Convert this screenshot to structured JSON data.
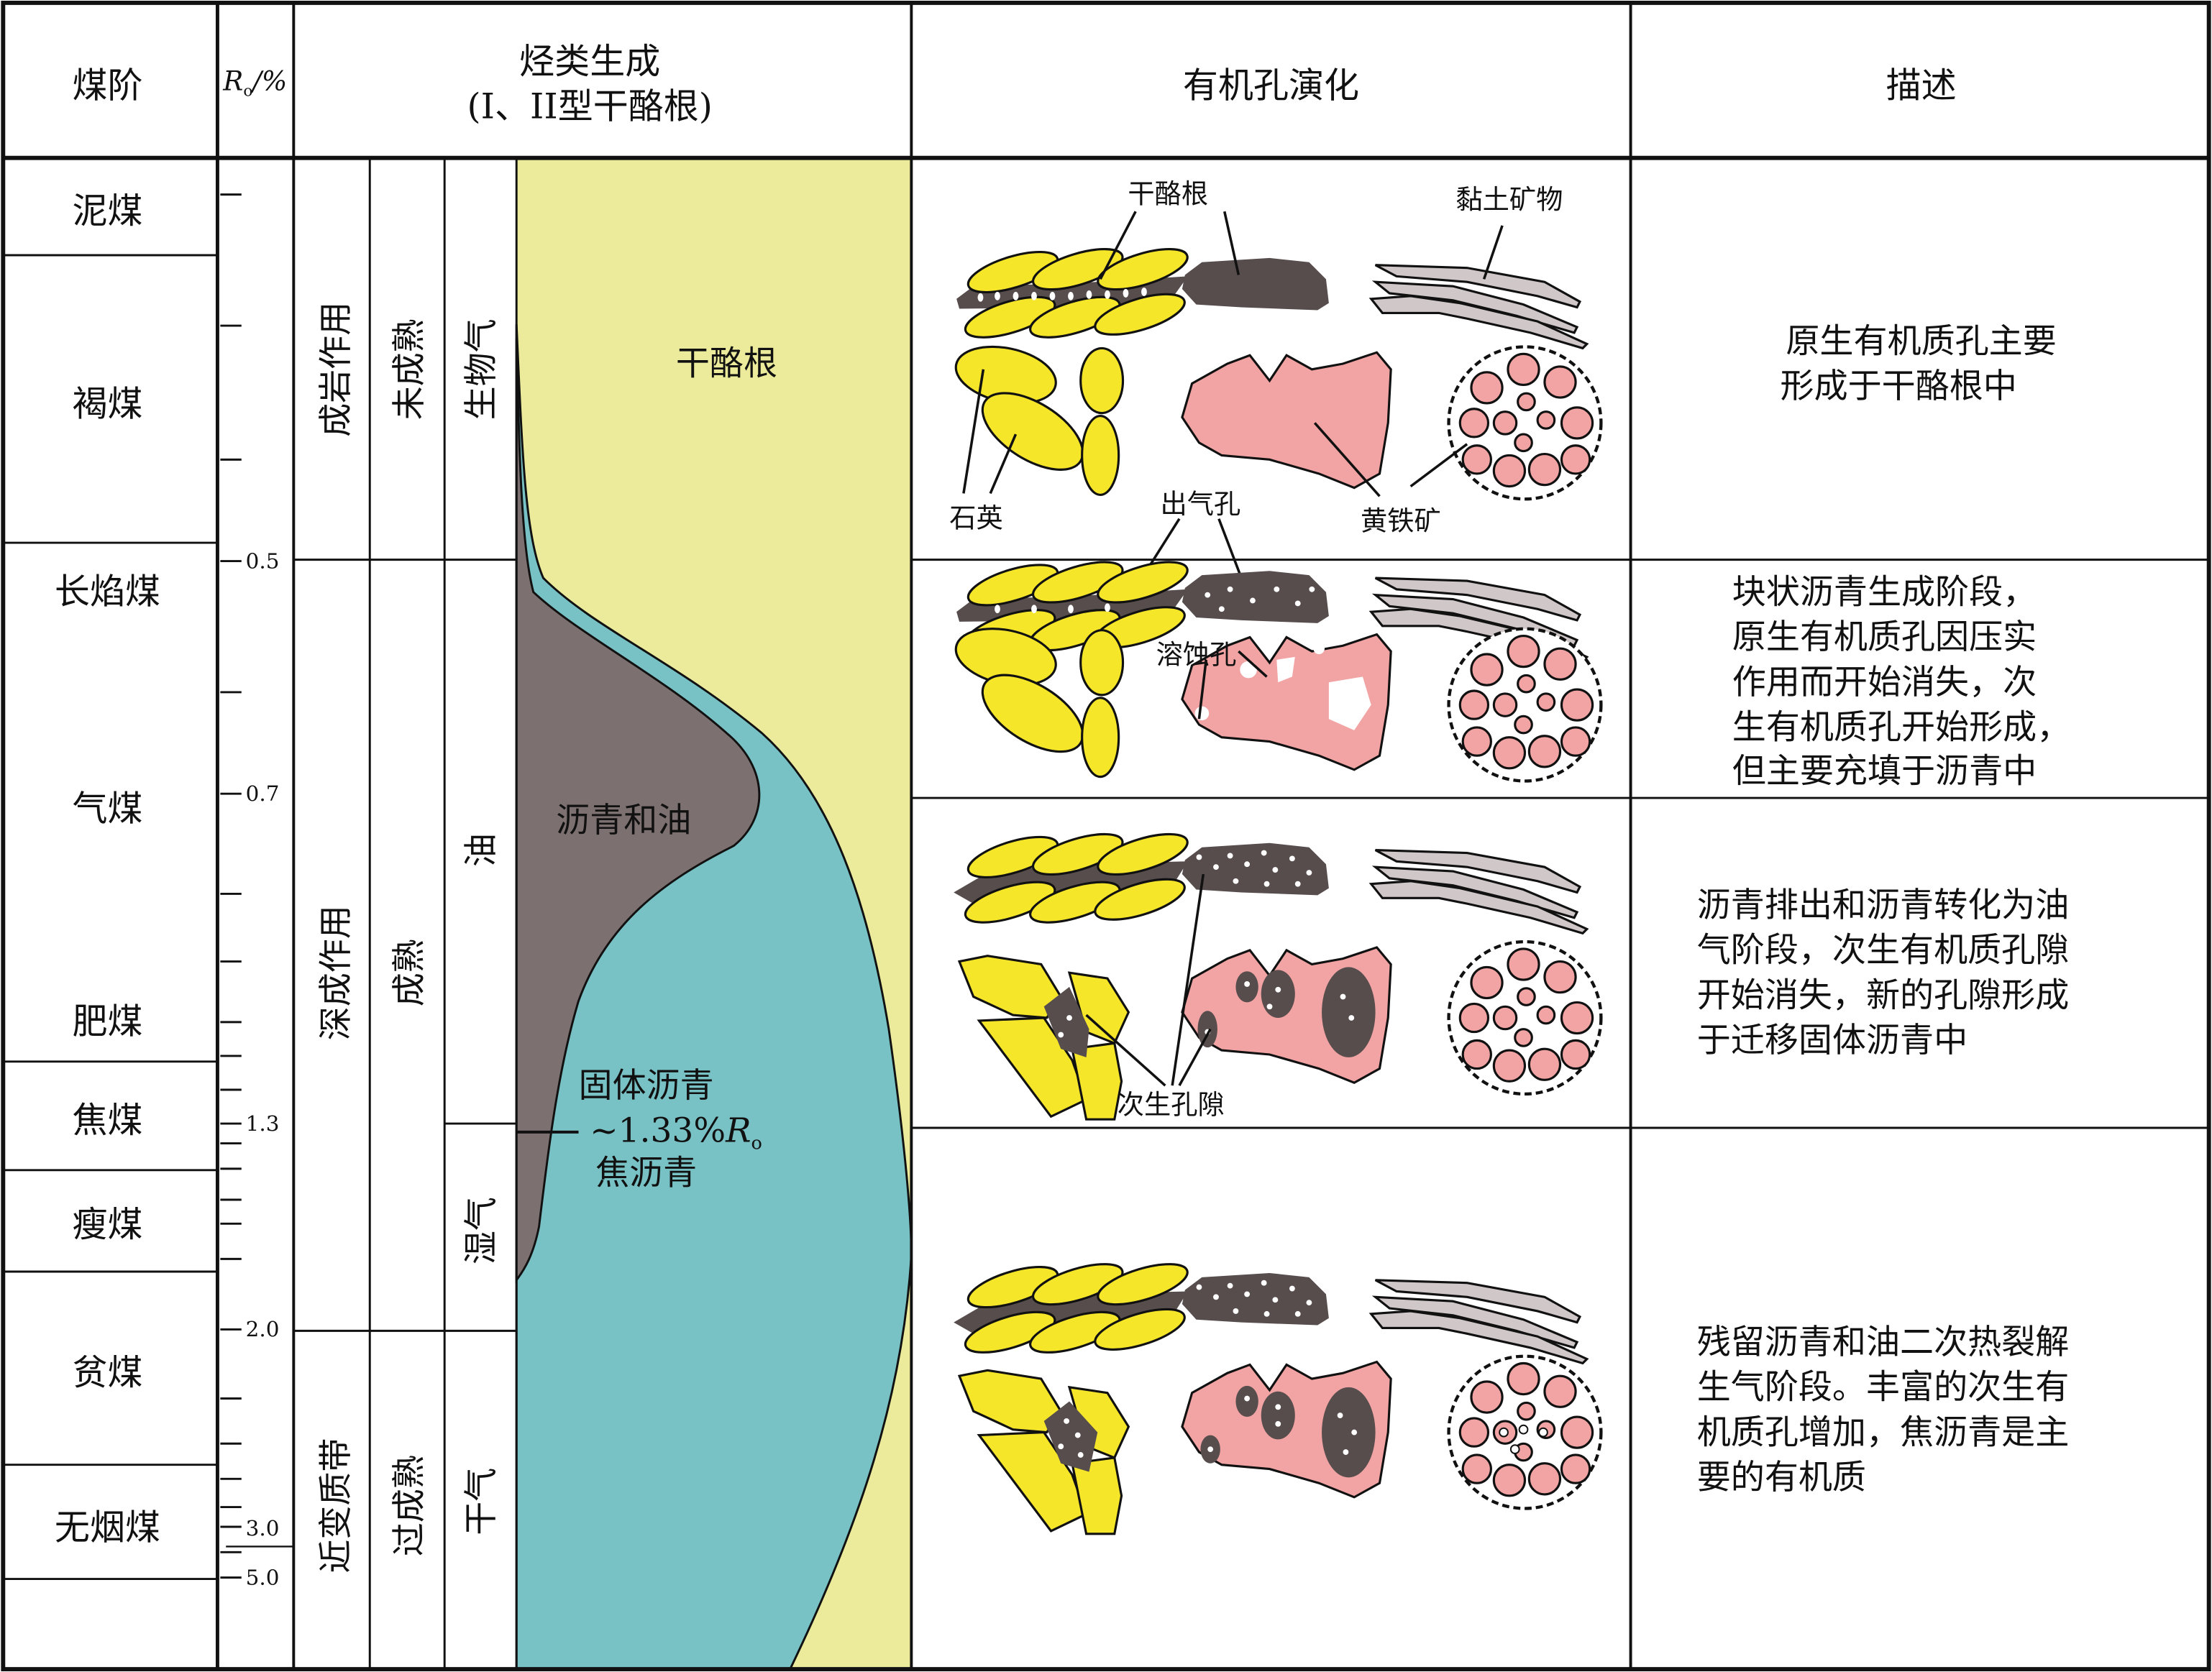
{
  "header": {
    "coal_rank": "煤阶",
    "ro_label": "R",
    "ro_sub": "o",
    "ro_unit": "/%",
    "hydrocarbon_title": "烃类生成",
    "hydrocarbon_subtitle": "(I、II型干酪根)",
    "pore_evolution": "有机孔演化",
    "description": "描述"
  },
  "coal_ranks": [
    "泥煤",
    "褐煤",
    "长焰煤",
    "气煤",
    "肥煤",
    "焦煤",
    "瘦煤",
    "贫煤",
    "无烟煤"
  ],
  "ro_ticks": [
    "0.5",
    "0.7",
    "1.3",
    "2.0",
    "3.0",
    "5.0"
  ],
  "stages": [
    "成岩作用",
    "深成作用",
    "近变质带"
  ],
  "maturity": [
    "未成熟",
    "成熟",
    "过成熟"
  ],
  "products": [
    "生物气",
    "油",
    "湿气",
    "干气"
  ],
  "chart_labels": {
    "kerogen": "干酪根",
    "bitumen_oil": "沥青和油",
    "solid_bitumen": "固体沥青",
    "threshold": "~1.33%",
    "threshold_r": "R",
    "threshold_sub": "o",
    "pyrobitumen": "焦沥青"
  },
  "pore_labels": {
    "kerogen": "干酪根",
    "clay": "黏土矿物",
    "quartz": "石英",
    "vent": "出气孔",
    "pyrite": "黄铁矿",
    "dissolution": "溶蚀孔",
    "secondary": "次生孔隙"
  },
  "descriptions": [
    [
      "原生有机质孔主要",
      "形成于干酪根中"
    ],
    [
      "块状沥青生成阶段，",
      "原生有机质孔因压实",
      "作用而开始消失，次",
      "生有机质孔开始形成，",
      "但主要充填于沥青中"
    ],
    [
      "沥青排出和沥青转化为油",
      "气阶段，次生有机质孔隙",
      "开始消失，新的孔隙形成",
      "于迁移固体沥青中"
    ],
    [
      "残留沥青和油二次热裂解",
      "生气阶段。丰富的次生有",
      "机质孔增加，焦沥青是主",
      "要的有机质"
    ]
  ],
  "colors": {
    "kerogen_area": "#ebeb9b",
    "bitumen_area": "#7d7070",
    "solid_bitumen_area": "#78c2c6",
    "quartz": "#f5e62a",
    "pyrite": "#f2a4a4",
    "organic": "#574d4d",
    "clay": "#d0c8c8"
  }
}
